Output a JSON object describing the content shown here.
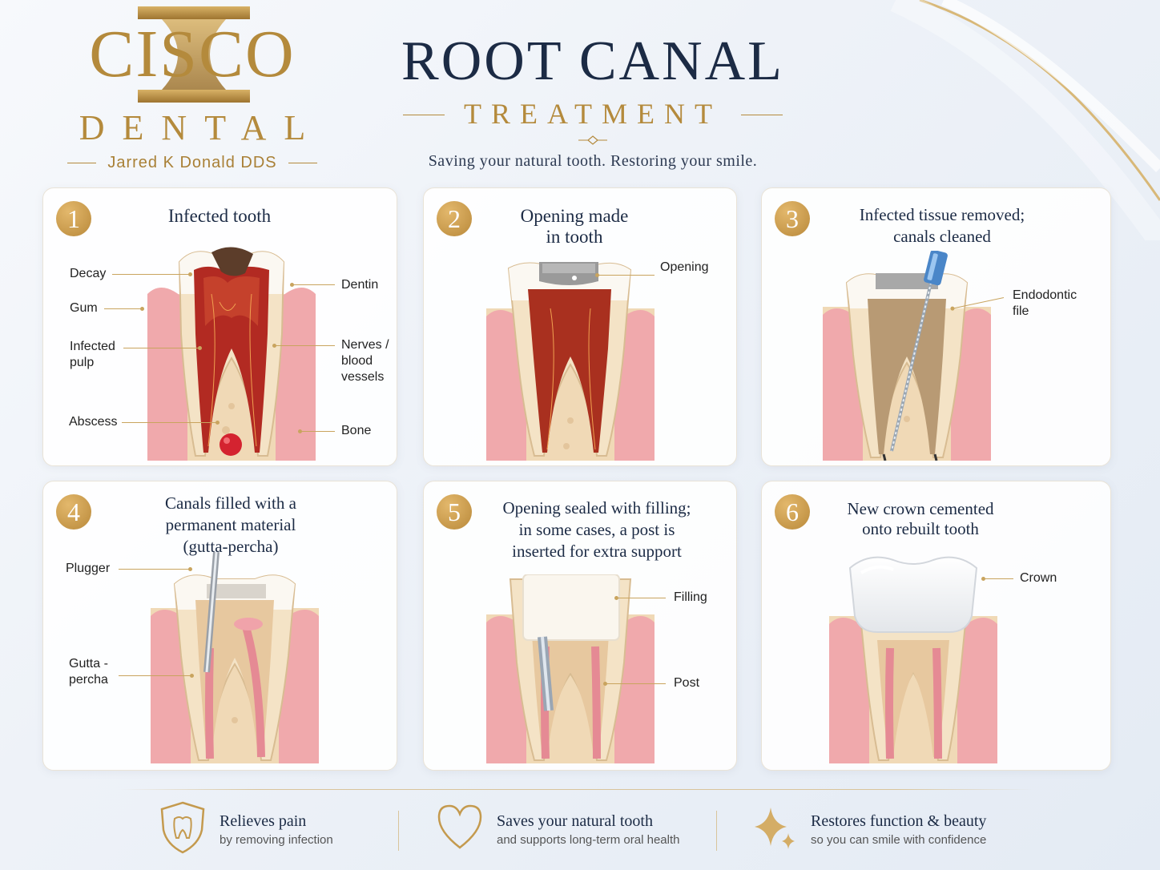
{
  "brand": {
    "logo_word": "CISCO",
    "logo_sub": "DENTAL",
    "doctor": "Jarred K Donald DDS",
    "gold": "#b48a3c",
    "navy": "#1c2b45"
  },
  "header": {
    "title": "ROOT CANAL",
    "subtitle": "TREATMENT",
    "tagline": "Saving your natural tooth. Restoring your smile."
  },
  "steps": [
    {
      "number": "1",
      "title_lines": [
        "Infected tooth"
      ],
      "labels": {
        "decay": "Decay",
        "gum": "Gum",
        "pulp_a": "Infected",
        "pulp_b": "pulp",
        "abscess": "Abscess",
        "dentin": "Dentin",
        "nerves_a": "Nerves /",
        "nerves_b": "blood",
        "nerves_c": "vessels",
        "bone": "Bone"
      }
    },
    {
      "number": "2",
      "title_lines": [
        "Opening made",
        "in tooth"
      ],
      "labels": {
        "opening": "Opening"
      }
    },
    {
      "number": "3",
      "title_lines": [
        "Infected tissue removed;",
        "canals cleaned"
      ],
      "labels": {
        "file_a": "Endodontic",
        "file_b": "file"
      }
    },
    {
      "number": "4",
      "title_lines": [
        "Canals filled with a",
        "permanent material",
        "(gutta-percha)"
      ],
      "labels": {
        "plugger": "Plugger",
        "gp_a": "Gutta -",
        "gp_b": "percha"
      }
    },
    {
      "number": "5",
      "title_lines": [
        "Opening sealed with filling;",
        "in some cases, a post is",
        "inserted for extra support"
      ],
      "labels": {
        "filling": "Filling",
        "post": "Post"
      }
    },
    {
      "number": "6",
      "title_lines": [
        "New crown cemented",
        "onto rebuilt tooth"
      ],
      "labels": {
        "crown": "Crown"
      }
    }
  ],
  "benefits": [
    {
      "icon": "shield-tooth-icon",
      "title": "Relieves pain",
      "subtitle": "by removing infection"
    },
    {
      "icon": "heart-icon",
      "title": "Saves your natural tooth",
      "subtitle": "and supports long-term oral health"
    },
    {
      "icon": "sparkle-icon",
      "title": "Restores function & beauty",
      "subtitle": "so you can smile with confidence"
    }
  ]
}
